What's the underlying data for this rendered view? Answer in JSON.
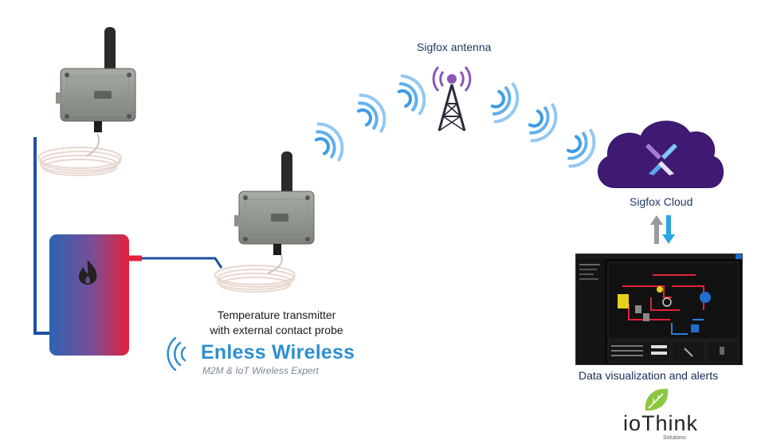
{
  "labels": {
    "sigfox_antenna": "Sigfox antenna",
    "sigfox_cloud": "Sigfox Cloud",
    "sensor_caption_line1": "Temperature transmitter",
    "sensor_caption_line2": "with external contact probe",
    "data_viz": "Data visualization and alerts"
  },
  "brands": {
    "enless_name": "Enless Wireless",
    "enless_tagline": "M2M & IoT Wireless Expert",
    "iothink_name": "ioThink",
    "iothink_sub": "Solutions"
  },
  "icons": {
    "flame": "flame-icon",
    "sigfox_logo": "sigfox-logo-icon",
    "antenna": "antenna-tower-icon"
  },
  "colors": {
    "wave_blue": "#3b9be8",
    "tank_red": "#e5213a",
    "tank_blue": "#2d63b3",
    "pipe_blue": "#1f4fa0",
    "cloud_purple": "#3e1a72",
    "arrow_grey": "#9a9a9a",
    "arrow_cyan": "#2aa6e0",
    "iothink_green": "#8dc63f"
  }
}
